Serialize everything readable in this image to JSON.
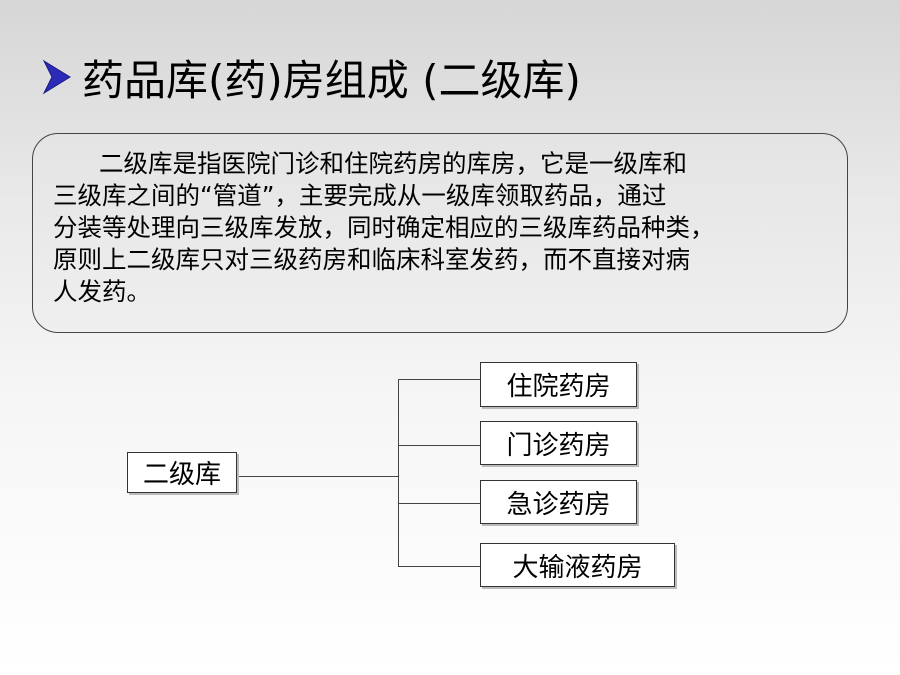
{
  "title": "药品库(药)房组成 (二级库)",
  "description": {
    "lines": [
      "二级库是指医院门诊和住院药房的库房，它是一级库和",
      "三级库之间的“管道”，主要完成从一级库领取药品，通过",
      "分装等处理向三级库发放，同时确定相应的三级库药品种类，",
      "原则上二级库只对三级药房和临床科室发药，而不直接对病",
      "人发药。"
    ]
  },
  "diagram": {
    "root": "二级库",
    "children": [
      "住院药房",
      "门诊药房",
      "急诊药房",
      "大输液药房"
    ]
  },
  "colors": {
    "bullet": "#2b2bb8",
    "line": "#444444"
  }
}
